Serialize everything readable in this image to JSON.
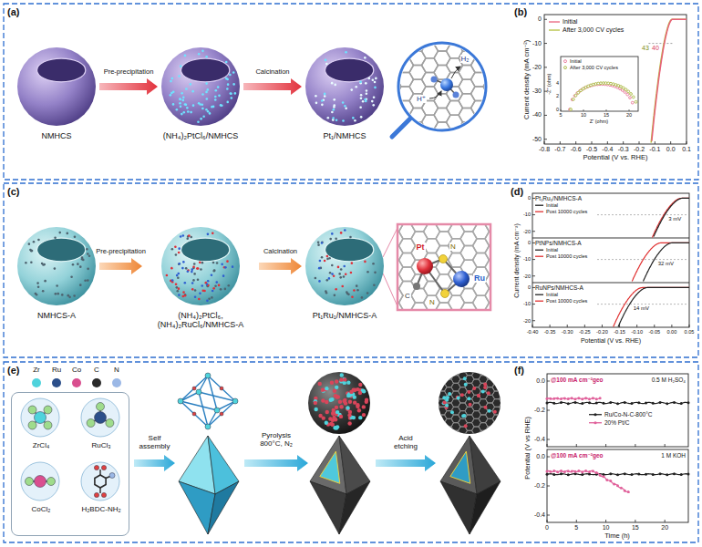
{
  "diagram": {
    "nodes": [
      {
        "text": [
          "NMHCS"
        ]
      },
      {
        "text": [
          "(NH₄)₂PtCl₆/NMHCS"
        ]
      },
      {
        "text": [
          "Pt₁/NMHCS"
        ]
      },
      {
        "text": [
          "NMHCS-A"
        ]
      },
      {
        "text": [
          "(NH₄)₂PtCl₆, (NH₄)₂RuCl₆/NMHCS-A"
        ]
      },
      {
        "text": [
          "Pt₁Ru₁/NMHCS-A"
        ]
      },
      {
        "text": [
          "ZrCl₄",
          "RuCl₃",
          "CoCl₂",
          "H₂BDC-NH₂"
        ]
      }
    ],
    "edges": [
      {
        "from": 0,
        "to": 1,
        "label": "Pre-precipitation",
        "arrow": "to"
      },
      {
        "from": 1,
        "to": 2,
        "label": "Calcination",
        "arrow": "to"
      },
      {
        "from": 3,
        "to": 4,
        "label": "Pre-precipitation",
        "arrow": "to"
      },
      {
        "from": 4,
        "to": 5,
        "label": "Calcination",
        "arrow": "to"
      }
    ],
    "labels": [
      "(a)",
      "(b)",
      "(c)",
      "(d)",
      "(e)",
      "(f)",
      "H⁺",
      "H₂",
      "Pt",
      "Ru",
      "C",
      "N",
      "N",
      "0",
      "-10",
      "-20",
      "-30",
      "-40",
      "-50",
      "-0.8",
      "-0.7",
      "-0.6",
      "-0.5",
      "-0.4",
      "-0.3",
      "-0.2",
      "-0.1",
      "0.0",
      "0.1",
      "Potential (V vs. RHE)",
      "Current density (mA cm⁻²)",
      "43",
      "40",
      "5",
      "10",
      "15",
      "20",
      "Z' (ohm)",
      "0",
      "2",
      "4",
      "-Z'' (ohm)",
      "-0.40",
      "-0.35",
      "-0.30",
      "-0.25",
      "-0.20",
      "-0.15",
      "-0.10",
      "-0.05",
      "0.00",
      "0.05",
      "Potential (V vs. RHE)",
      "Current density (mA cm⁻²)",
      "0",
      "-10",
      "-20",
      "0",
      "-10",
      "-20",
      "0",
      "-10",
      "-20",
      "Pt₁Ru₁/NMHCS-A",
      "PtNPs/NMHCS-A",
      "RuNPs/NMHCS-A",
      "3 mV",
      "32 mV",
      "14 mV",
      "0",
      "5",
      "10",
      "15",
      "20",
      "Time (h)",
      "Potential (V vs RHE)",
      "0.0",
      "-0.2",
      "-0.4",
      "0.0",
      "-0.2",
      "-0.4",
      "@100 mA cm⁻²geo",
      "0.5 M H₂SO₄",
      "@100 mA cm⁻²geo",
      "1 M KOH",
      "Self assembly",
      "Pyrolysis 800°C, N₂",
      "Acid etching"
    ],
    "legend": [
      {
        "text": "Zr",
        "color": "#4fd3dc"
      },
      {
        "text": "Ru",
        "color": "#2c4f8a"
      },
      {
        "text": "Co",
        "color": "#d94f8f"
      },
      {
        "text": "C",
        "color": "#2a2a2a"
      },
      {
        "text": "N",
        "color": "#9bb8e6"
      },
      {
        "text": "Initial"
      },
      {
        "text": "After 3,000 CV cycles"
      },
      {
        "text": "Initial"
      },
      {
        "text": "After 3,000 CV cycles"
      },
      {
        "text": "Initial"
      },
      {
        "text": "Post 10000 cycles"
      },
      {
        "text": "Initial"
      },
      {
        "text": "Post 10000 cycles"
      },
      {
        "text": "Initial"
      },
      {
        "text": "Post 10000 cycles"
      },
      {
        "text": "Ru/Co-N-C-800°C"
      },
      {
        "text": "20% Pt/C"
      }
    ]
  }
}
